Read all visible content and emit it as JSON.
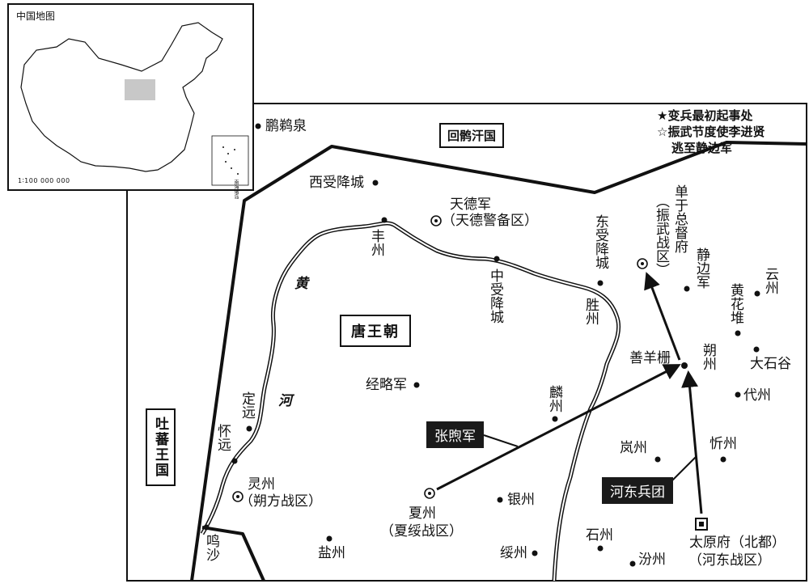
{
  "inset": {
    "title": "中国地图",
    "scale": "1∶100 000 000",
    "nanhai_label": "南海诸岛"
  },
  "legend": {
    "line1": "★变兵最初起事处",
    "line2": "☆振武节度使李进贤",
    "line3": "逃至静边军"
  },
  "regions": {
    "uyghur": "回鹘汗国",
    "tang": "唐王朝",
    "tibet": "吐蕃王国"
  },
  "river": [
    "黄",
    "河"
  ],
  "armies": {
    "zhangxu": "张煦军",
    "hedong": "河东兵团"
  },
  "places": {
    "pitiquan": "鹏鹈泉",
    "xishoujiang": "西受降城",
    "tiande": "天德军",
    "tiande_sub": "（天德警备区）",
    "fengzhou": "丰州",
    "zhongshoujiang": "中受降城",
    "dongshoujiang": "东受降城",
    "shengzhou": "胜州",
    "shanyu": "单于总督府",
    "shanyu_sub": "（振武战区）",
    "jingbian": "静边军",
    "yunzhou": "云州",
    "huanghuadui": "黄花堆",
    "shanyangzha": "善羊栅",
    "shuozhou": "朔州",
    "dashigu": "大石谷",
    "daizhou": "代州",
    "jingluejun": "经略军",
    "linzhou_n": "麟州",
    "dingyuan": "定远",
    "huaiyuan": "怀远",
    "lingzhou": "灵州",
    "lingzhou_sub": "（朔方战区）",
    "xiazhou": "夏州",
    "xiazhou_sub": "（夏绥战区）",
    "yinzhou": "银州",
    "lanzhou": "岚州",
    "xinzhou": "忻州",
    "mingsha": "鸣沙",
    "yanzhou": "盐州",
    "suizhou": "绥州",
    "shizhou": "石州",
    "fenzhou": "汾州",
    "taiyuan": "太原府（北都）",
    "taiyuan_sub": "（河东战区）"
  }
}
